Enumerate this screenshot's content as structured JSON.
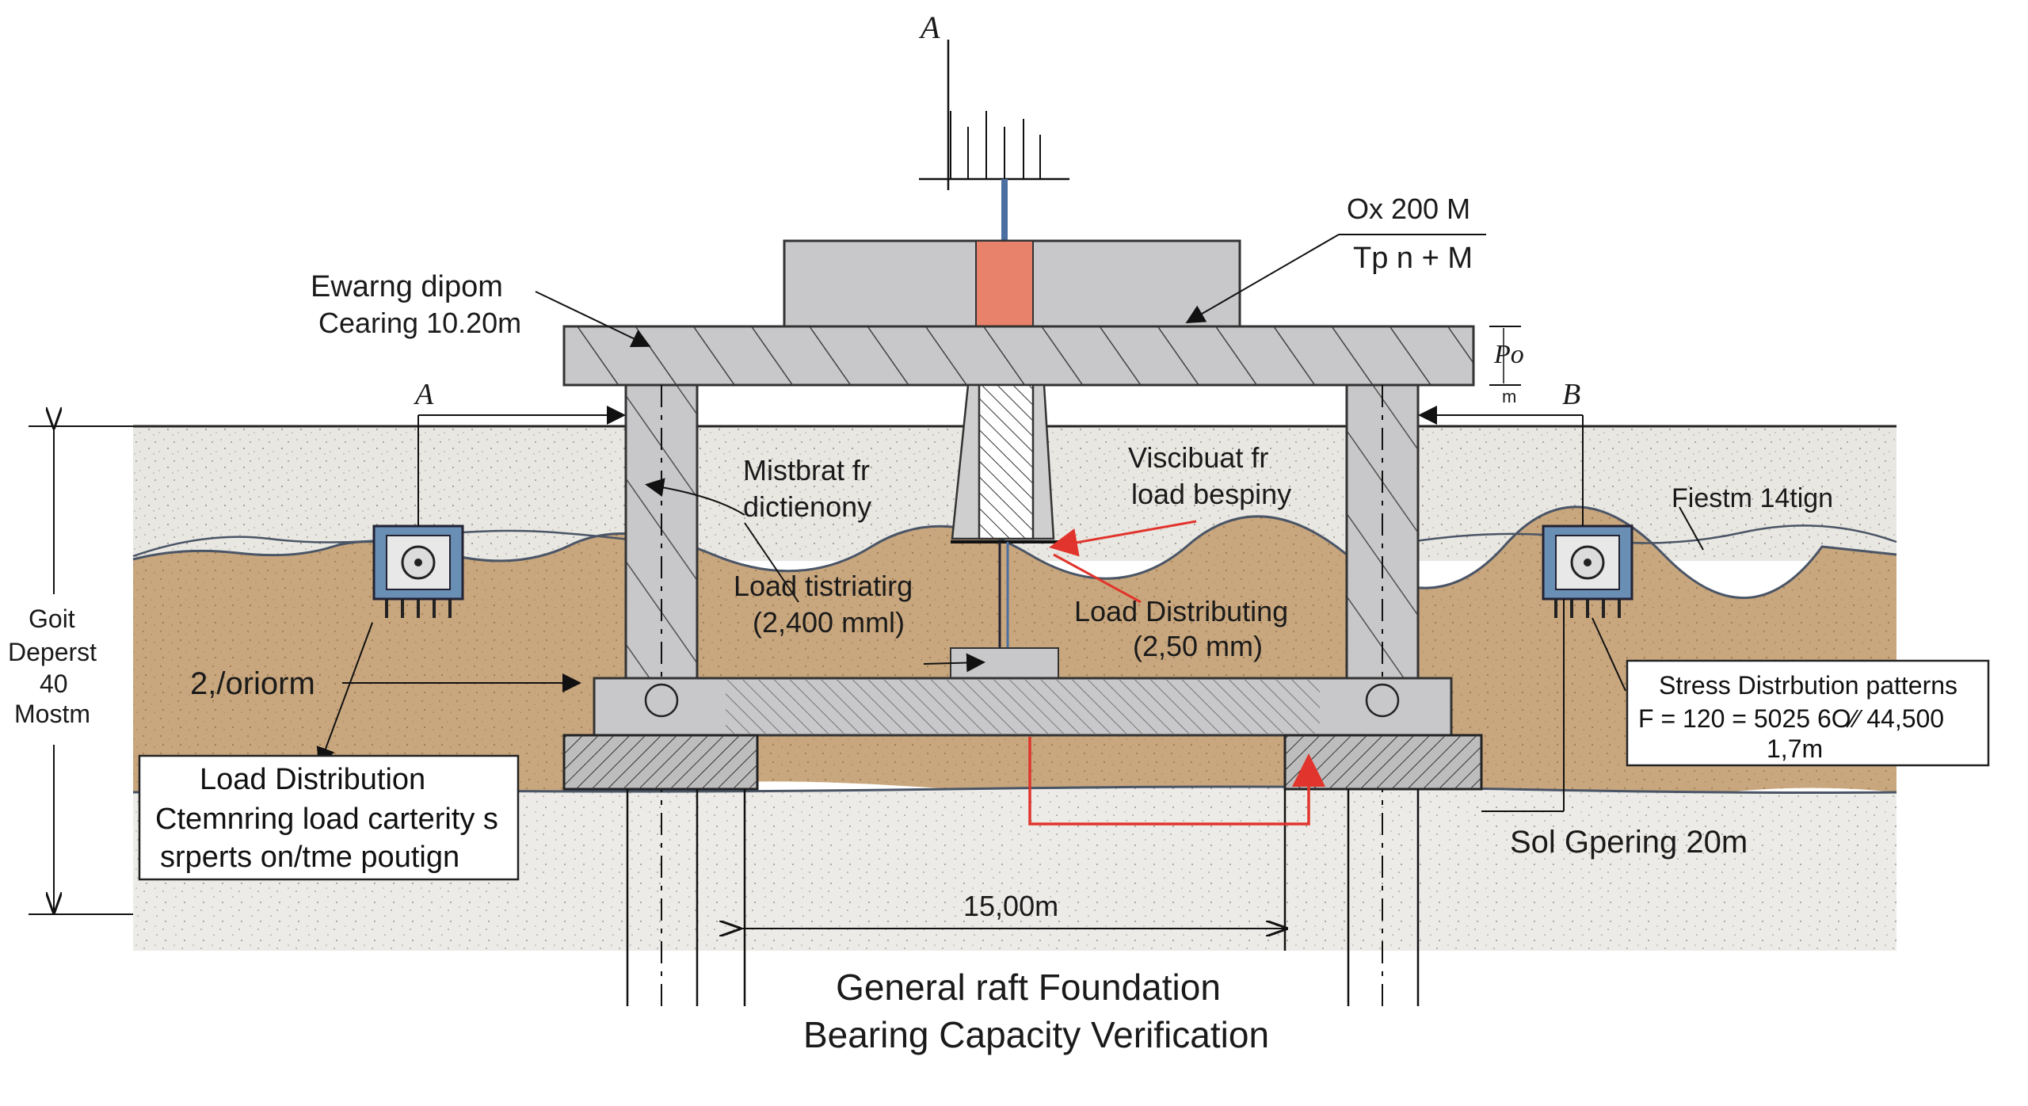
{
  "section_markers": {
    "top": "A",
    "left": "A",
    "right": "B"
  },
  "formula": {
    "line1": "Ox 200 M",
    "line2": "Tp  n + M"
  },
  "dim_side": {
    "line1": "Po",
    "line2": "m"
  },
  "labels": {
    "bearing_line1": "Ewarng dipom",
    "bearing_line2": "Cearing 10.20m",
    "mistbrat_line1": "Mistbrat fr",
    "mistbrat_line2": "dictienony",
    "viscibuat_line1": "Viscibuat fr",
    "viscibuat_line2": "load bespiny",
    "fiestm": "Fiestm 14tign",
    "load_dist_left_line1": "Load tistriatirg",
    "load_dist_left_line2": "(2,400 mml)",
    "load_dist_right_line1": "Load Distributing",
    "load_dist_right_line2": "(2,50 mm)",
    "oriorm": "2,/oriorm",
    "depth_line1": "Goit",
    "depth_line2": "Deperst",
    "depth_line3": "40",
    "depth_line4": "Mostm",
    "sol_gpering": "Sol Gpering 20m",
    "span": "15,00m"
  },
  "load_box": {
    "line1": "Load Distribution",
    "line2": "Ctemnring load carterity s",
    "line3": "srperts on/tme poutign"
  },
  "stress_box": {
    "line1": "Stress Distrbution patterns",
    "line2": "F = 120 = 5025 6O∕∕ 44,500",
    "line3": "1,7m"
  },
  "title": {
    "line1": "General raft Foundation",
    "line2": "Bearing Capacity Verification"
  },
  "colors": {
    "concrete": "#c8c8ca",
    "soil_upper": "#e9e7e2",
    "soil_sand": "#c9a77e",
    "soil_lower": "#ecebe8",
    "sensor_blue": "#6a8fb5",
    "red_arrow": "#e0342c",
    "column_red": "#e8826a"
  }
}
